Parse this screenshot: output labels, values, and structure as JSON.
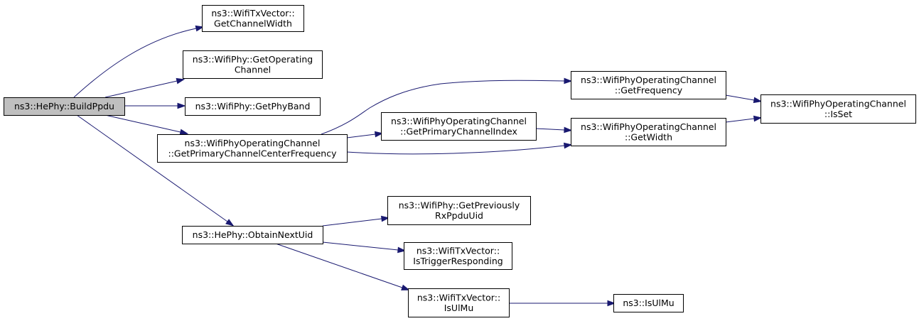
{
  "diagram": {
    "colors": {
      "edge": "#191970",
      "root_fill": "#bfbfbf",
      "node_fill": "#ffffff",
      "border": "#000000"
    },
    "nodes": [
      {
        "id": "build_ppdu",
        "root": true,
        "lines": [
          "ns3::HePhy::BuildPpdu"
        ]
      },
      {
        "id": "get_channel_width",
        "lines": [
          "ns3::WifiTxVector::",
          "GetChannelWidth"
        ]
      },
      {
        "id": "get_operating_channel",
        "lines": [
          "ns3::WifiPhy::GetOperating",
          "Channel"
        ]
      },
      {
        "id": "get_phy_band",
        "lines": [
          "ns3::WifiPhy::GetPhyBand"
        ]
      },
      {
        "id": "get_primary_center_freq",
        "lines": [
          "ns3::WifiPhyOperatingChannel",
          "::GetPrimaryChannelCenterFrequency"
        ]
      },
      {
        "id": "obtain_next_uid",
        "lines": [
          "ns3::HePhy::ObtainNextUid"
        ]
      },
      {
        "id": "get_frequency",
        "lines": [
          "ns3::WifiPhyOperatingChannel",
          "::GetFrequency"
        ]
      },
      {
        "id": "get_primary_channel_index",
        "lines": [
          "ns3::WifiPhyOperatingChannel",
          "::GetPrimaryChannelIndex"
        ]
      },
      {
        "id": "get_width",
        "lines": [
          "ns3::WifiPhyOperatingChannel",
          "::GetWidth"
        ]
      },
      {
        "id": "is_set",
        "lines": [
          "ns3::WifiPhyOperatingChannel",
          "::IsSet"
        ]
      },
      {
        "id": "get_previously_rx_ppdu_uid",
        "lines": [
          "ns3::WifiPhy::GetPreviously",
          "RxPpduUid"
        ]
      },
      {
        "id": "is_trigger_responding",
        "lines": [
          "ns3::WifiTxVector::",
          "IsTriggerResponding"
        ]
      },
      {
        "id": "is_ul_mu_vector",
        "lines": [
          "ns3::WifiTxVector::",
          "IsUlMu"
        ]
      },
      {
        "id": "is_ul_mu",
        "lines": [
          "ns3::IsUlMu"
        ]
      }
    ],
    "edges": [
      {
        "from": "build_ppdu",
        "to": "get_channel_width"
      },
      {
        "from": "build_ppdu",
        "to": "get_operating_channel"
      },
      {
        "from": "build_ppdu",
        "to": "get_phy_band"
      },
      {
        "from": "build_ppdu",
        "to": "get_primary_center_freq"
      },
      {
        "from": "build_ppdu",
        "to": "obtain_next_uid"
      },
      {
        "from": "get_primary_center_freq",
        "to": "get_frequency"
      },
      {
        "from": "get_primary_center_freq",
        "to": "get_primary_channel_index"
      },
      {
        "from": "get_primary_center_freq",
        "to": "get_width"
      },
      {
        "from": "get_primary_channel_index",
        "to": "get_width"
      },
      {
        "from": "get_frequency",
        "to": "is_set"
      },
      {
        "from": "get_width",
        "to": "is_set"
      },
      {
        "from": "obtain_next_uid",
        "to": "get_previously_rx_ppdu_uid"
      },
      {
        "from": "obtain_next_uid",
        "to": "is_trigger_responding"
      },
      {
        "from": "obtain_next_uid",
        "to": "is_ul_mu_vector"
      },
      {
        "from": "is_ul_mu_vector",
        "to": "is_ul_mu"
      }
    ]
  }
}
